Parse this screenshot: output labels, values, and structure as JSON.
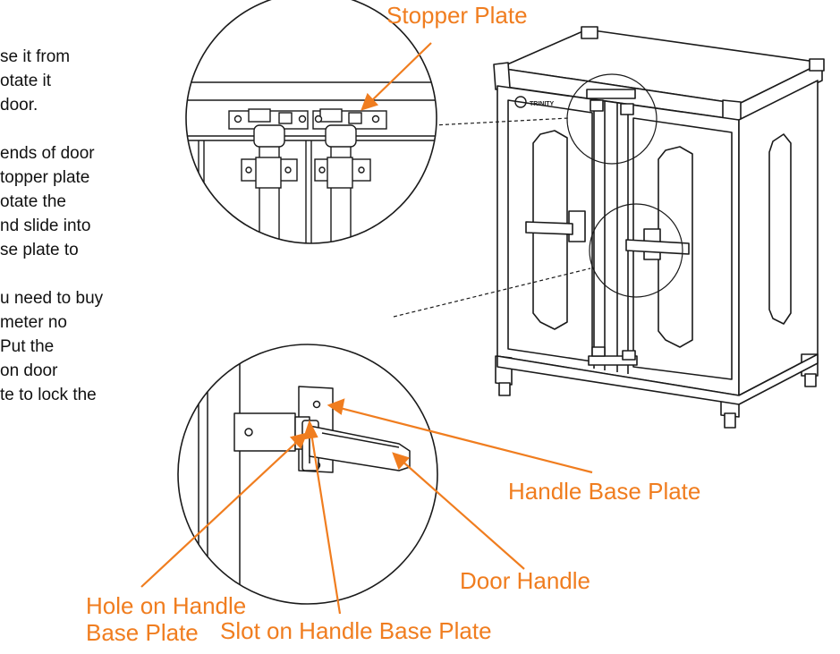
{
  "colors": {
    "accent": "#f07d1f",
    "line": "#1a1a1a",
    "text": "#111111"
  },
  "body_text": [
    [
      "se it from",
      "otate it",
      " door."
    ],
    [
      "ends of door",
      "topper plate",
      "otate the",
      "nd slide into",
      "se plate to"
    ],
    [
      "u need to buy",
      "meter no",
      "Put the",
      " on door",
      "te to lock the"
    ]
  ],
  "callouts": {
    "stopper_plate": "Stopper Plate",
    "handle_base_plate": "Handle Base Plate",
    "door_handle": "Door Handle",
    "hole_on_handle_base_plate": [
      "Hole on Handle",
      "Base Plate"
    ],
    "slot_on_handle_base_plate": "Slot on Handle Base Plate"
  },
  "brand_logo_text": "TRINITY"
}
